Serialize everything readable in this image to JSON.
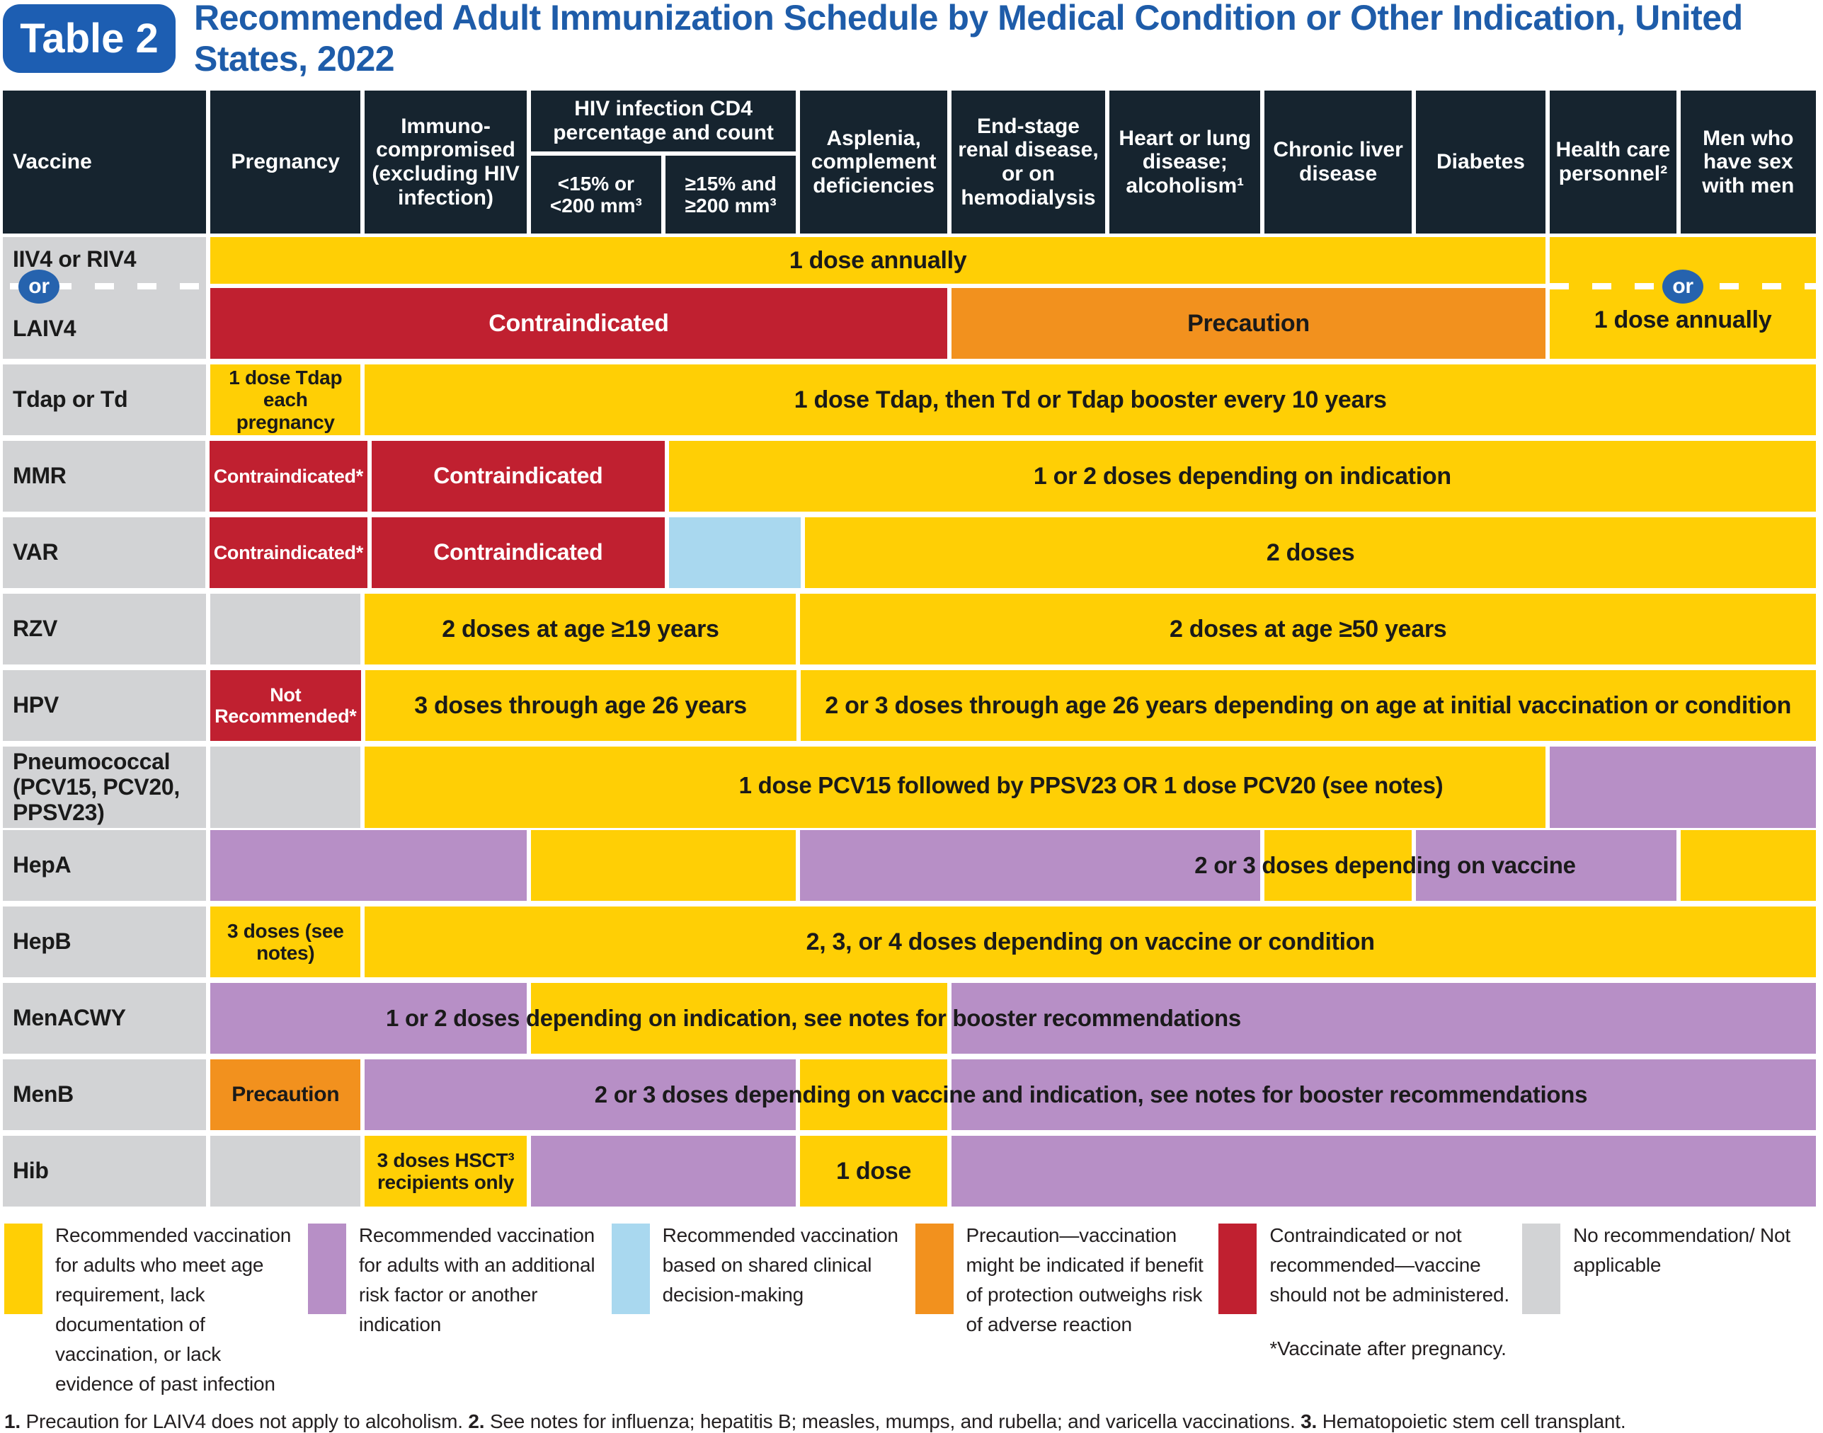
{
  "title": {
    "badge": "Table 2",
    "heading": "Recommended Adult Immunization Schedule by Medical Condition or Other Indication, United States, 2022"
  },
  "colors": {
    "recommended": "#FFCF05",
    "additional_risk": "#B78FC6",
    "shared_decision": "#A9D8EF",
    "precaution": "#F2911E",
    "contraindicated": "#C02030",
    "no_recommendation": "#D2D3D5",
    "header_navy": "#16242F",
    "title_blue": "#1D5EB2",
    "or_badge_blue": "#2663AE"
  },
  "header": {
    "vaccine": "Vaccine",
    "pregnancy": "Pregnancy",
    "immunocompromised": "Immuno-compromised (excluding HIV infection)",
    "hiv_group": "HIV infection CD4 percentage and count",
    "hiv_low": "<15% or <200 mm³",
    "hiv_high": "≥15% and ≥200 mm³",
    "asplenia": "Asplenia, complement deficiencies",
    "renal": "End-stage renal disease, or on hemodialysis",
    "heart": "Heart or lung disease; alcoholism¹",
    "liver": "Chronic liver disease",
    "diabetes": "Diabetes",
    "hcp": "Health care personnel²",
    "msm": "Men who have sex with men"
  },
  "rows": {
    "flu": {
      "label_top": "IIV4 or RIV4",
      "or": "or",
      "label_bottom": "LAIV4",
      "dose_all": "1 dose annually",
      "contraindicated": "Contraindicated",
      "precaution": "Precaution",
      "dose_right": "1 dose annually"
    },
    "tdap": {
      "label": "Tdap or Td",
      "pregnancy": "1 dose Tdap each pregnancy",
      "main": "1 dose Tdap, then Td or Tdap booster every 10 years"
    },
    "mmr": {
      "label": "MMR",
      "pregnancy": "Contraindicated*",
      "immuno": "Contraindicated",
      "main": "1 or 2 doses depending on indication"
    },
    "var": {
      "label": "VAR",
      "pregnancy": "Contraindicated*",
      "immuno": "Contraindicated",
      "main": "2 doses"
    },
    "rzv": {
      "label": "RZV",
      "left": "2 doses at age ≥19 years",
      "right": "2 doses at age ≥50 years"
    },
    "hpv": {
      "label": "HPV",
      "pregnancy": "Not Recommended*",
      "left": "3 doses through age 26 years",
      "right": "2 or 3 doses through age 26 years depending on age at initial vaccination or condition"
    },
    "pneumo": {
      "label": "Pneumococcal (PCV15, PCV20, PPSV23)",
      "main": "1 dose PCV15 followed by PPSV23 OR 1 dose PCV20 (see notes)"
    },
    "hepa": {
      "label": "HepA",
      "main": "2 or 3 doses depending on vaccine"
    },
    "hepb": {
      "label": "HepB",
      "pregnancy": "3 doses (see notes)",
      "main": "2, 3, or 4 doses depending on vaccine or condition"
    },
    "menacwy": {
      "label": "MenACWY",
      "main": "1 or 2 doses depending on indication, see notes for booster recommendations"
    },
    "menb": {
      "label": "MenB",
      "pregnancy": "Precaution",
      "main": "2 or 3 doses depending on vaccine and indication, see notes for booster recommendations"
    },
    "hib": {
      "label": "Hib",
      "immuno": "3 doses HSCT³ recipients only",
      "asplenia": "1 dose"
    }
  },
  "legend": [
    {
      "name": "recommended",
      "text": "Recommended vaccination for adults who meet age requirement, lack documentation of vaccination, or lack evidence of past infection",
      "note": ""
    },
    {
      "name": "additional-risk",
      "text": "Recommended vaccination for adults with an additional risk factor or another indication",
      "note": ""
    },
    {
      "name": "shared-decision",
      "text": "Recommended vaccination based on shared clinical decision-making",
      "note": ""
    },
    {
      "name": "precaution",
      "text": "Precaution—vaccination might be indicated if benefit of protection outweighs risk of adverse reaction",
      "note": ""
    },
    {
      "name": "contraindicated",
      "text": "Contraindicated or not recommended—vaccine should not be administered.",
      "note": "*Vaccinate after pregnancy."
    },
    {
      "name": "no-recommendation",
      "text": "No recommendation/ Not applicable",
      "note": ""
    }
  ],
  "footnotes": [
    {
      "num": "1.",
      "text": "Precaution for LAIV4 does not apply to alcoholism."
    },
    {
      "num": "2.",
      "text": "See notes for influenza; hepatitis B; measles, mumps, and rubella; and varicella vaccinations."
    },
    {
      "num": "3.",
      "text": "Hematopoietic stem cell transplant."
    }
  ]
}
